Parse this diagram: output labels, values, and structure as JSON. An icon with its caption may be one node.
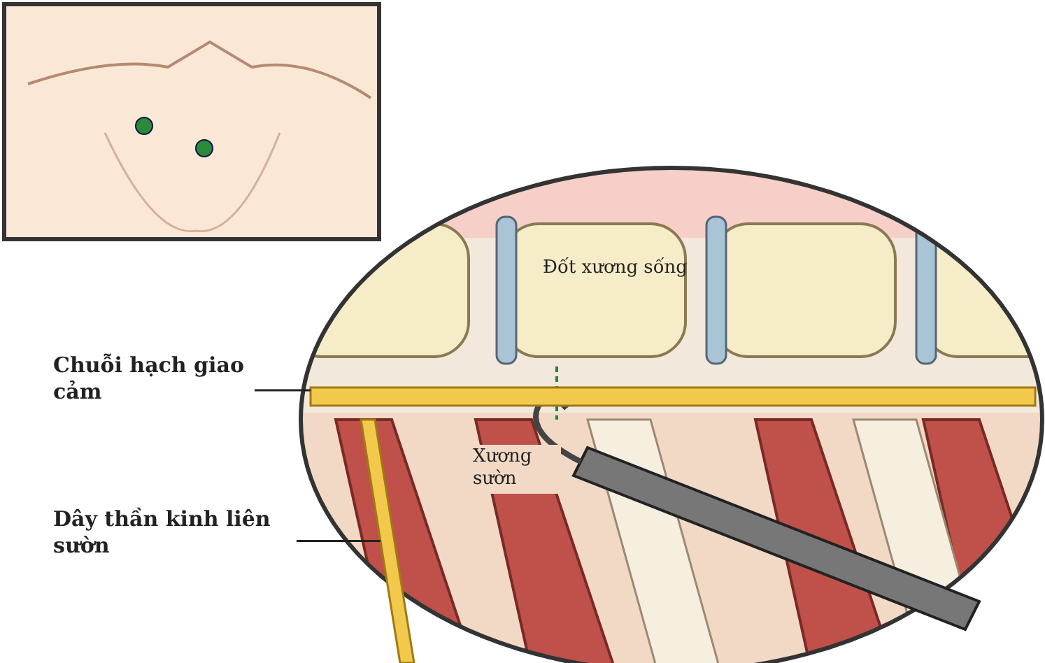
{
  "diagram": {
    "nodes": [
      {
        "text": [
          "Chuỗi hạch giao cảm"
        ]
      },
      {
        "text": [],
        "shape": "bar"
      },
      {
        "text": [
          "Dây thần kinh liên sườn"
        ]
      },
      {
        "text": [],
        "shape": "bar"
      }
    ],
    "edges": [
      {
        "from": 0,
        "to": 1,
        "arrow": "none"
      },
      {
        "from": 2,
        "to": 3,
        "arrow": "none"
      }
    ],
    "labels": [
      "Đốt xương sống",
      "Xương sườn"
    ]
  }
}
